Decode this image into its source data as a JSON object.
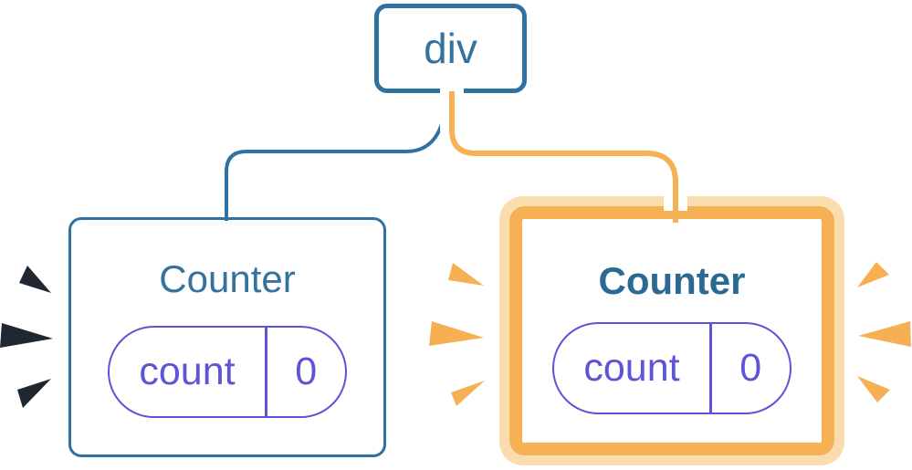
{
  "colors": {
    "background": "#ffffff",
    "card": "#ffffff",
    "blue": "#2f71a0",
    "blue_text": "#35739e",
    "blue_text_bold": "#2a6a92",
    "purple": "#5d54d6",
    "orange": "#f6b155",
    "orange_light": "#fbdcae",
    "spark_orange": "#f6b053",
    "spark_dark": "#1f2730",
    "casing": "#ffffff"
  },
  "root_node": {
    "label": "div"
  },
  "counters": [
    {
      "title": "Counter",
      "state_key": "count",
      "state_value": "0",
      "highlighted": false
    },
    {
      "title": "Counter",
      "state_key": "count",
      "state_value": "0",
      "highlighted": true
    }
  ]
}
